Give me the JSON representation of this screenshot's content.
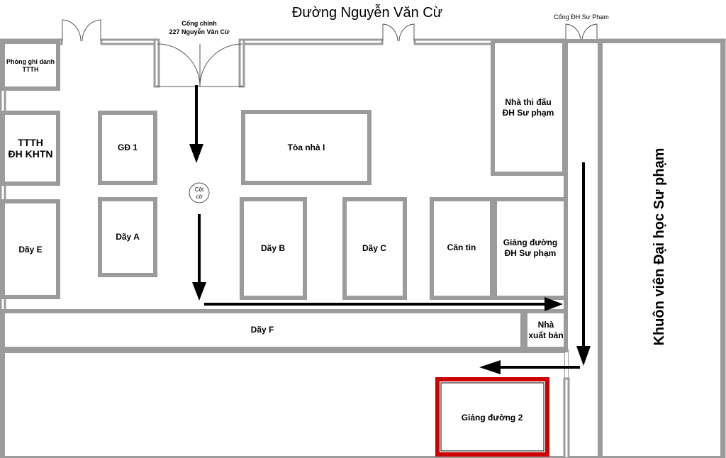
{
  "street": "Đường Nguyễn Văn Cừ",
  "gates": {
    "main_line1": "Cổng chính",
    "main_line2": "227 Nguyễn Văn Cừ",
    "pedagogy": "Cổng ĐH Sư Phạm"
  },
  "buildings": {
    "registration": [
      "Phòng ghi danh",
      "TTTH"
    ],
    "ttth": [
      "TTTH",
      "ĐH KHTN"
    ],
    "gd1": "GĐ 1",
    "toa_nha_i": "Tòa nhà I",
    "gymnasium": [
      "Nhà thi đấu",
      "ĐH Sư phạm"
    ],
    "flagpole": [
      "Cột",
      "cờ"
    ],
    "day_e": "Dãy E",
    "day_a": "Dãy A",
    "day_b": "Dãy B",
    "day_c": "Dãy C",
    "canteen": "Căn tin",
    "pedagogy_hall": [
      "Giảng đường",
      "ĐH Sư phạm"
    ],
    "day_f": "Dãy F",
    "publisher": [
      "Nhà",
      "xuất bản"
    ],
    "giang_duong_2": "Giảng đường 2",
    "campus_pedagogy": "Khuôn viên Đại học Sư phạm"
  },
  "colors": {
    "wall": "#9b9b9b",
    "highlight": "#cc0000",
    "route": "#000000"
  }
}
